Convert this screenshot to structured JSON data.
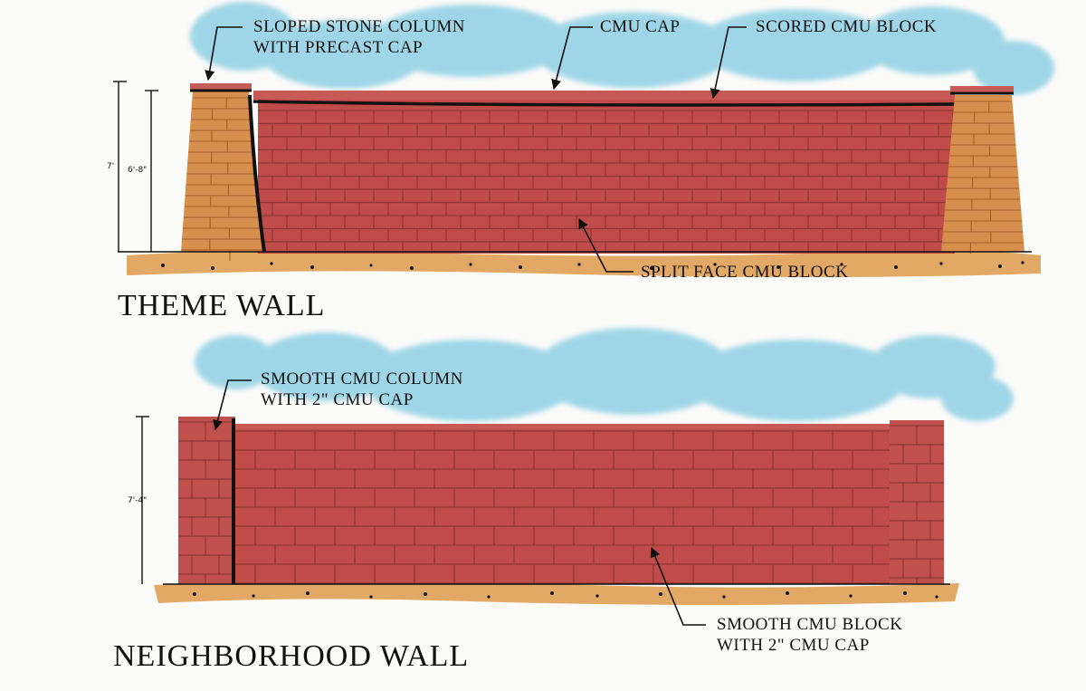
{
  "colors": {
    "sky": "#8fd0e4",
    "brick": "#bf4c48",
    "brick_dark": "#8a2e2c",
    "mortar": "#a04744",
    "stone": "#d68f4c",
    "ground": "#e2a865",
    "ink": "#111111"
  },
  "theme_wall": {
    "title": "THEME WALL",
    "callouts": {
      "column": [
        "SLOPED STONE COLUMN",
        "WITH PRECAST CAP"
      ],
      "cap": "CMU CAP",
      "scored": "SCORED CMU BLOCK",
      "face": "SPLIT FACE CMU BLOCK"
    },
    "dimensions": {
      "overall": "7'",
      "wall": "6'-8\""
    }
  },
  "neighborhood_wall": {
    "title": "NEIGHBORHOOD WALL",
    "callouts": {
      "column": [
        "SMOOTH CMU COLUMN",
        "WITH 2\" CMU CAP"
      ],
      "block": [
        "SMOOTH CMU BLOCK",
        "WITH 2\" CMU CAP"
      ]
    },
    "dimensions": {
      "overall": "7'-4\""
    }
  }
}
